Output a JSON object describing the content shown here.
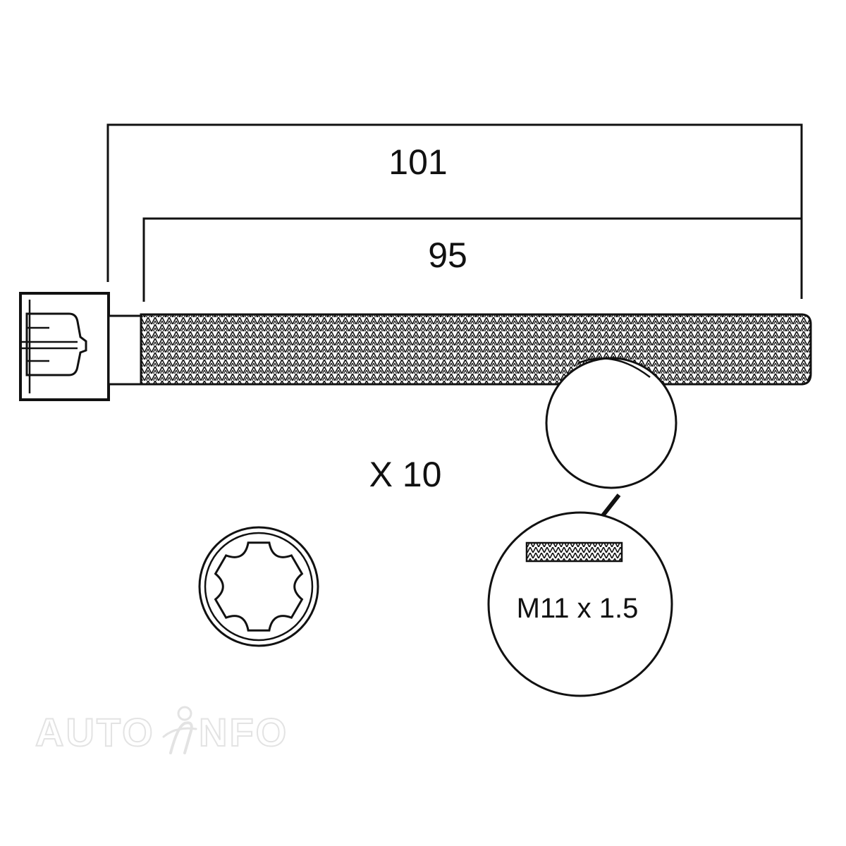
{
  "dimensions": {
    "overall_length": "101",
    "thread_length": "95"
  },
  "quantity_label": "X 10",
  "thread_spec": "M11 x 1.5",
  "watermark": {
    "text_left": "AUTO",
    "text_right": "NFO"
  },
  "icons": {
    "drive_type": "torx-socket-icon",
    "bolt": "bolt-side-view-icon",
    "magnifier": "detail-magnifier-icon"
  },
  "colors": {
    "line": "#111111",
    "watermark": "#e3e3e3",
    "background": "#ffffff"
  }
}
